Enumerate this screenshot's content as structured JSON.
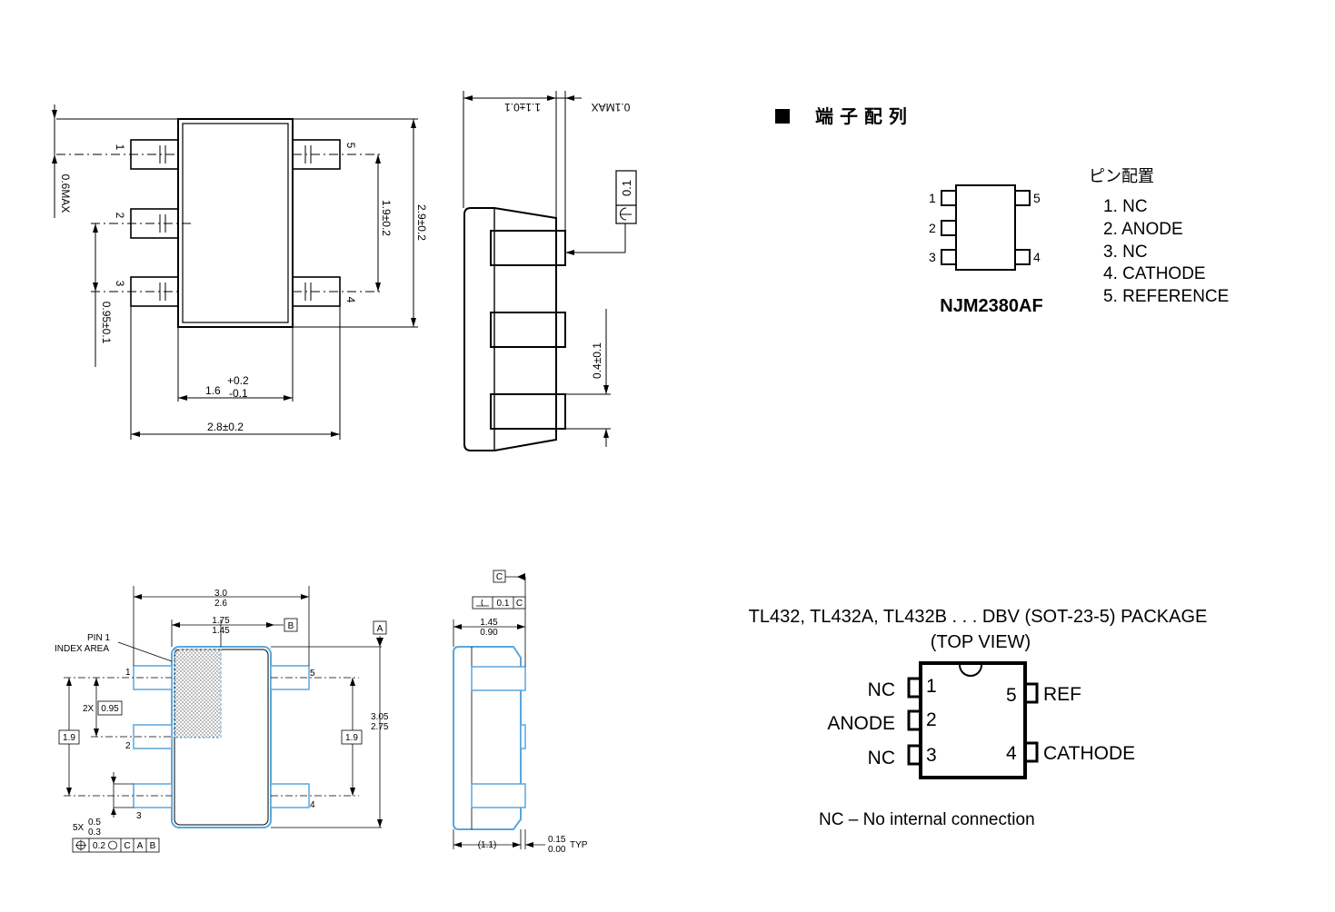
{
  "top_left": {
    "pins": [
      "1",
      "2",
      "3",
      "4",
      "5"
    ],
    "dims": {
      "max06": "0.6MAX",
      "d19": "1.9±0.2",
      "d29": "2.9±0.2",
      "d095": "0.95±0.1",
      "d16_main": "1.6",
      "d16_plus": "+0.2",
      "d16_minus": "-0.1",
      "d28": "2.8±0.2"
    }
  },
  "top_side": {
    "dims": {
      "d11": "1.1±0.1",
      "max01": "0.1MAX",
      "d04": "0.4±0.1",
      "flat": "0.1"
    }
  },
  "njm": {
    "heading": "端 子 配 列",
    "pin_title": "ピン配置",
    "chip_name": "NJM2380AF",
    "pin_numbers": [
      "1",
      "2",
      "3",
      "4",
      "5"
    ],
    "pins": [
      "1.  NC",
      "2.  ANODE",
      "3.  NC",
      "4.  CATHODE",
      "5.  REFERENCE"
    ]
  },
  "bottom_left": {
    "d30": "3.0",
    "d26": "2.6",
    "d175": "1.75",
    "d145": "1.45",
    "datum_b": "B",
    "datum_a": "A",
    "pin1_a": "PIN 1",
    "pin1_b": "INDEX AREA",
    "pins": [
      "1",
      "2",
      "3",
      "4",
      "5"
    ],
    "two_x": "2X",
    "d095": "0.95",
    "d19_left": "1.9",
    "d19_right": "1.9",
    "d305": "3.05",
    "d275": "2.75",
    "five_x": "5X",
    "d05": "0.5",
    "d03": "0.3",
    "fcf": [
      "0.2",
      "C",
      "A",
      "B"
    ]
  },
  "bottom_side": {
    "datum_c": "C",
    "flat_val": "0.1",
    "flat_ref": "C",
    "d145": "1.45",
    "d090": "0.90",
    "d11": "(1.1)",
    "d015": "0.15",
    "d000": "0.00",
    "typ": "TYP"
  },
  "tl432": {
    "title": "TL432, TL432A, TL432B . . . DBV (SOT-23-5) PACKAGE",
    "subtitle": "(TOP VIEW)",
    "left_labels": [
      "NC",
      "ANODE",
      "NC"
    ],
    "left_nums": [
      "1",
      "2",
      "3"
    ],
    "right_labels": [
      "REF",
      "CATHODE"
    ],
    "right_nums": [
      "5",
      "4"
    ],
    "note": "NC – No internal connection"
  }
}
